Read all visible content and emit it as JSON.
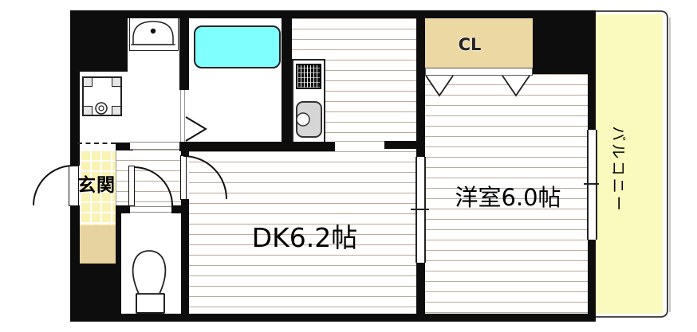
{
  "drawing_type": "apartment-floor-plan",
  "rooms": {
    "genkan": {
      "label": "玄関"
    },
    "dining_kitchen": {
      "label": "DK6.2帖"
    },
    "western_room": {
      "label": "洋室6.0帖"
    },
    "closet": {
      "label": "CL"
    },
    "balcony": {
      "label": "バルコニー"
    }
  },
  "fixtures": [
    "bathtub",
    "gas-stove",
    "kitchen-sink",
    "kitchen-counter",
    "washbasin",
    "washing-machine-pan",
    "toilet",
    "shoe-cabinet",
    "entrance-door",
    "toilet-door",
    "room-door",
    "bathroom-folding-door",
    "closet-folding-door",
    "sliding-door",
    "balcony-window",
    "balcony-railing"
  ],
  "colors": {
    "wall": "#0d0d0d",
    "bathtub": "#80ffff",
    "closet_fill": "#ecd8a2",
    "shoe_cabinet_fill": "#e7d3a0",
    "genkan_tile": "#f9f3b4",
    "balcony_fill": "#fafabe",
    "flooring_line": "#b9ac99",
    "sink": "#d6d6d6"
  }
}
